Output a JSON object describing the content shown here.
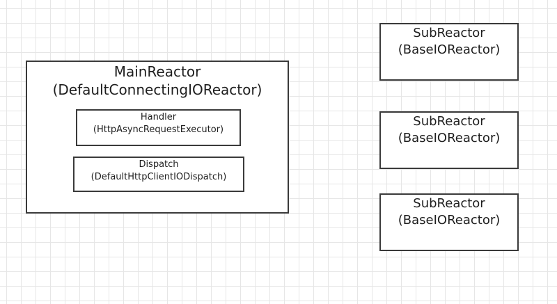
{
  "main_reactor": {
    "title_line1": "MainReactor",
    "title_line2": "(DefaultConnectingIOReactor)",
    "handler": {
      "line1": "Handler",
      "line2": "(HttpAsyncRequestExecutor)"
    },
    "dispatch": {
      "line1": "Dispatch",
      "line2": "(DefaultHttpClientIODispatch)"
    }
  },
  "sub_reactors": [
    {
      "line1": "SubReactor",
      "line2": "(BaseIOReactor)"
    },
    {
      "line1": "SubReactor",
      "line2": "(BaseIOReactor)"
    },
    {
      "line1": "SubReactor",
      "line2": "(BaseIOReactor)"
    }
  ]
}
